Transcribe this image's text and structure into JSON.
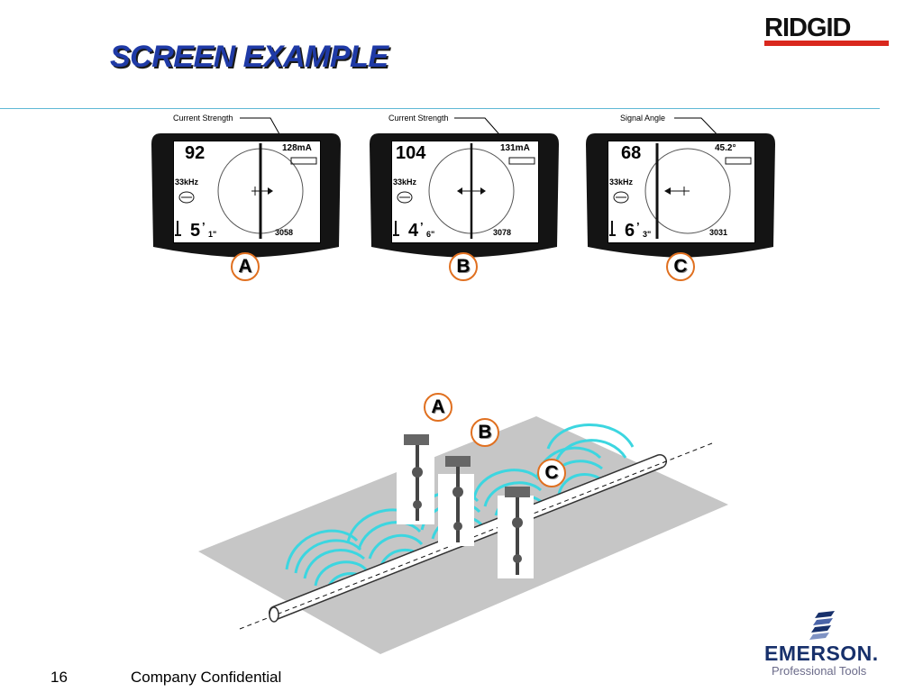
{
  "title": "SCREEN EXAMPLE",
  "brand": {
    "top_logo": "RIDGID",
    "bottom_logo": "EMERSON.",
    "bottom_tagline": "Professional Tools"
  },
  "footer": {
    "page_number": "16",
    "confidentiality": "Company Confidential"
  },
  "screens": [
    {
      "callout": "Current Strength",
      "strength": "92",
      "current": "128mA",
      "freq": "33kHz",
      "depth_main": "5",
      "depth_sub": "1\"",
      "depth_prime": "’",
      "bottom_value": "3058",
      "label": "A"
    },
    {
      "callout": "Current Strength",
      "strength": "104",
      "current": "131mA",
      "freq": "33kHz",
      "depth_main": "4",
      "depth_sub": "6\"",
      "depth_prime": "’",
      "bottom_value": "3078",
      "label": "B"
    },
    {
      "callout": "Signal Angle",
      "strength": "68",
      "current": "45.2°",
      "freq": "33kHz",
      "depth_main": "6",
      "depth_sub": "3\"",
      "depth_prime": "’",
      "bottom_value": "3031",
      "label": "C"
    }
  ],
  "diagram_labels": [
    "A",
    "B",
    "C"
  ],
  "colors": {
    "title": "#1f3aa6",
    "rule": "#5fb8d6",
    "badge_ring": "#e07020",
    "field_lines": "#3cd6e0",
    "ground": "#c6c6c6",
    "ridgid_red": "#d9281e"
  }
}
